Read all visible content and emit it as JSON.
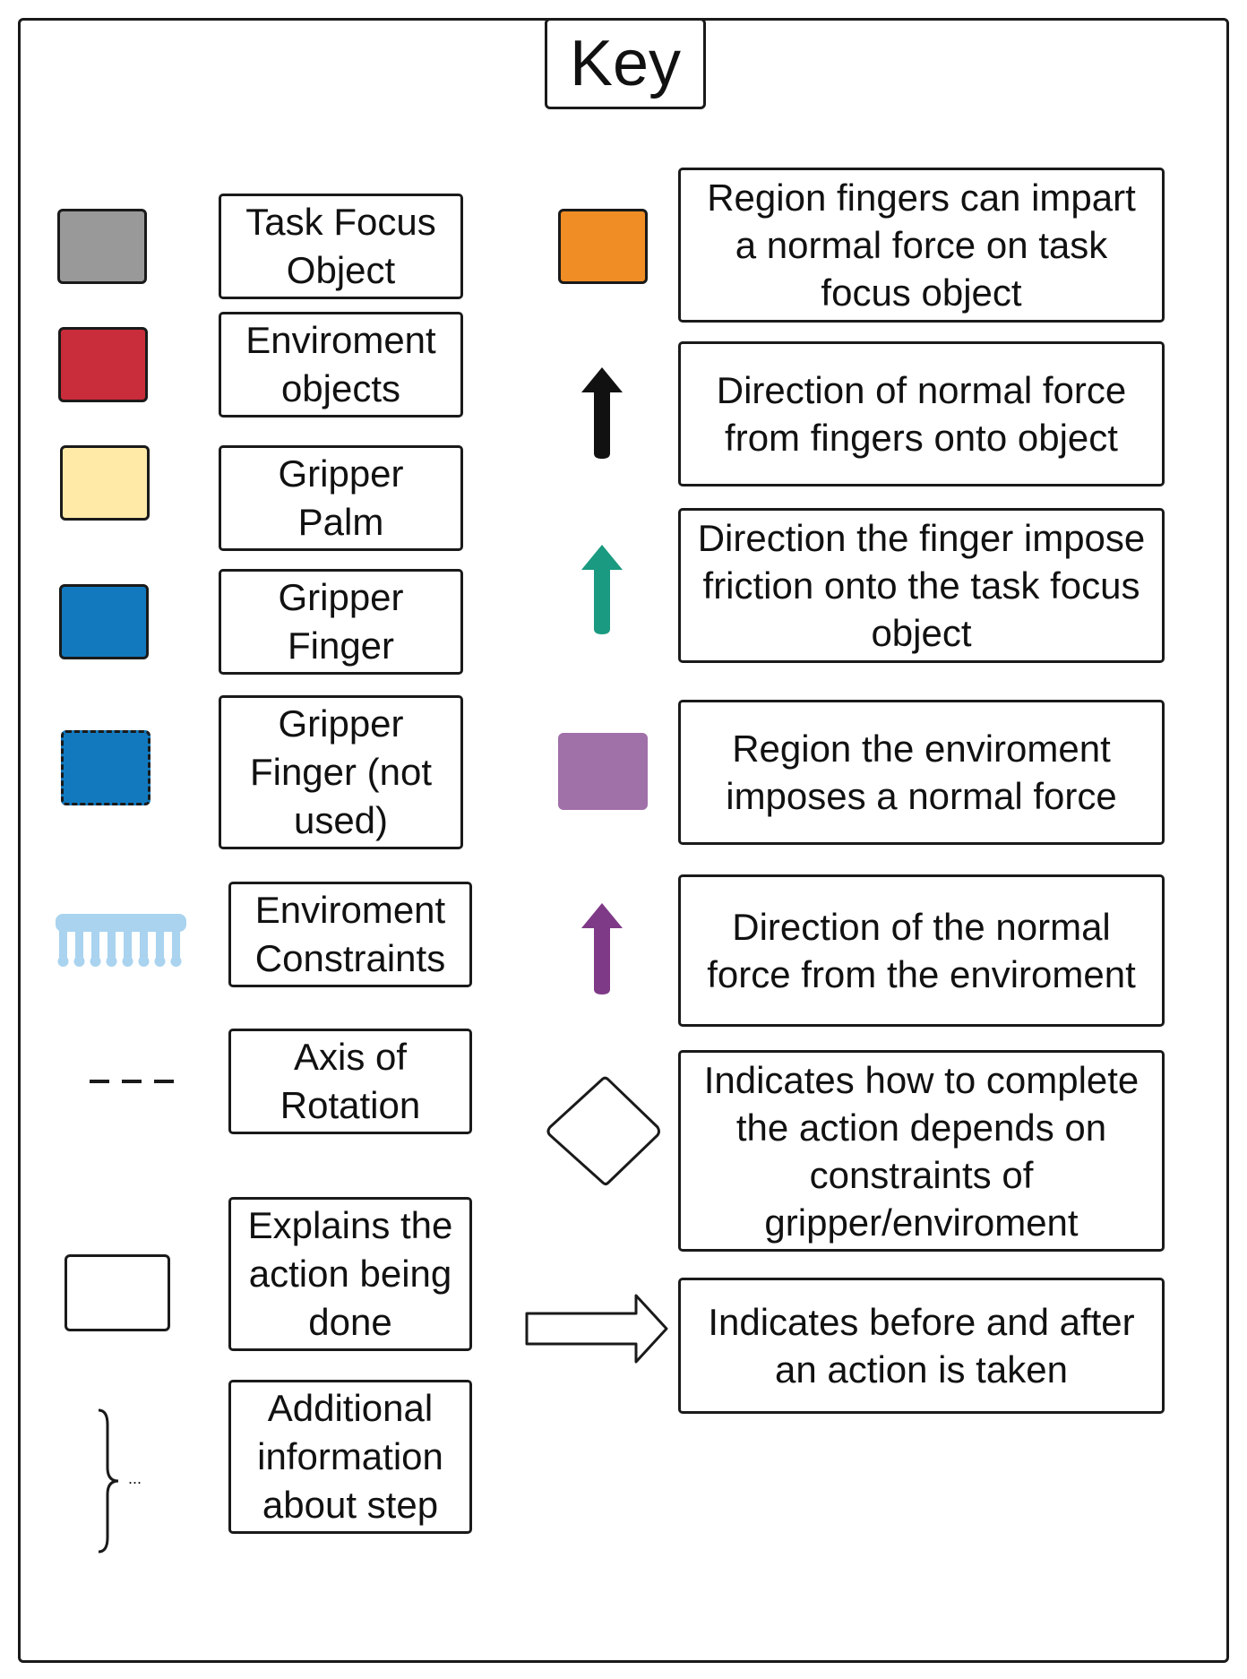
{
  "title": "Key",
  "colors": {
    "task_focus_object": "#999999",
    "environment_objects": "#c92c3a",
    "gripper_palm": "#ffeaa7",
    "gripper_finger": "#1279be",
    "region_fingers": "#f08d24",
    "region_environment": "#a070a8",
    "friction_arrow": "#1a9a80",
    "environment_arrow": "#7f3a87",
    "normal_arrow": "#111111",
    "constraint_comb": "#a9d3ef"
  },
  "left_items": [
    {
      "icon": "gray-square-icon",
      "label_lines": [
        "Task Focus",
        "Object"
      ]
    },
    {
      "icon": "red-square-icon",
      "label_lines": [
        "Enviroment",
        "objects"
      ]
    },
    {
      "icon": "yellow-square-icon",
      "label_lines": [
        "Gripper",
        "Palm"
      ]
    },
    {
      "icon": "blue-square-icon",
      "label_lines": [
        "Gripper",
        "Finger"
      ]
    },
    {
      "icon": "dashed-blue-square-icon",
      "label_lines": [
        "Gripper",
        "Finger (not",
        "used)"
      ]
    },
    {
      "icon": "comb-constraint-icon",
      "label_lines": [
        "Enviroment",
        "Constraints"
      ]
    },
    {
      "icon": "dashed-line-icon",
      "label_lines": [
        "Axis of",
        "Rotation"
      ]
    },
    {
      "icon": "white-rectangle-icon",
      "label_lines": [
        "Explains the",
        "action being",
        "done"
      ]
    },
    {
      "icon": "curly-brace-icon",
      "label_lines": [
        "Additional",
        "information",
        "about step"
      ],
      "ellipsis": "..."
    }
  ],
  "right_items": [
    {
      "icon": "orange-square-icon",
      "label_lines": [
        "Region fingers can impart",
        "a normal force on task",
        "focus object"
      ]
    },
    {
      "icon": "black-arrow-icon",
      "label_lines": [
        "Direction of normal force",
        "from fingers onto object"
      ]
    },
    {
      "icon": "green-arrow-icon",
      "label_lines": [
        "Direction the finger impose",
        "friction onto the task focus",
        "object"
      ]
    },
    {
      "icon": "purple-square-icon",
      "label_lines": [
        "Region the enviroment",
        "imposes a normal force"
      ]
    },
    {
      "icon": "purple-arrow-icon",
      "label_lines": [
        "Direction of the normal",
        "force from the enviroment"
      ]
    },
    {
      "icon": "diamond-icon",
      "label_lines": [
        "Indicates how to complete",
        "the action depends on",
        "constraints of",
        "gripper/enviroment"
      ]
    },
    {
      "icon": "block-arrow-icon",
      "label_lines": [
        "Indicates before and after",
        "an action is taken"
      ]
    }
  ]
}
